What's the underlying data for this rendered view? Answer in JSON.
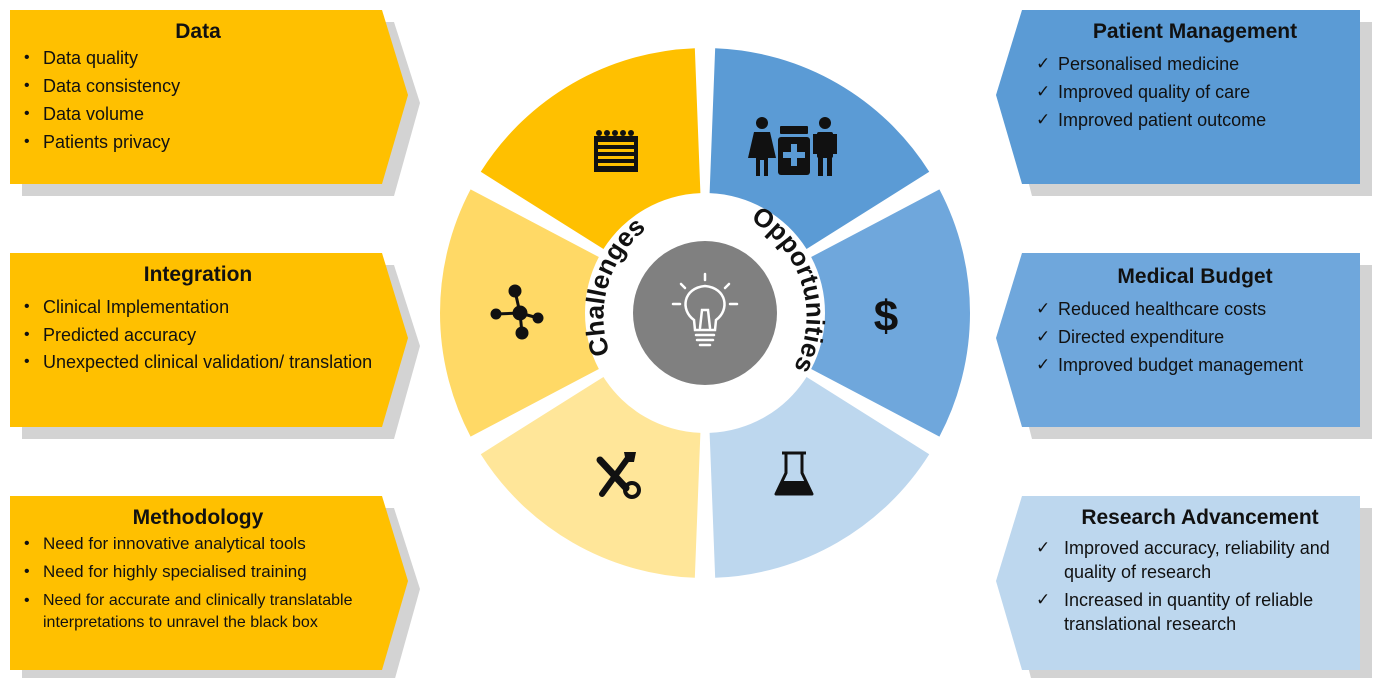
{
  "challenges": {
    "label": "Challenges",
    "panels": [
      {
        "title": "Data",
        "items": [
          "Data quality",
          "Data consistency",
          "Data volume",
          "Patients privacy"
        ]
      },
      {
        "title": "Integration",
        "items": [
          "Clinical Implementation",
          "Predicted accuracy",
          "Unexpected clinical validation/ translation"
        ]
      },
      {
        "title": "Methodology",
        "items": [
          "Need for innovative analytical tools",
          "Need for highly specialised training",
          "Need for accurate and clinically translatable interpretations to unravel the black box"
        ]
      }
    ]
  },
  "opportunities": {
    "label": "Opportunities",
    "panels": [
      {
        "title": "Patient Management",
        "items": [
          "Personalised medicine",
          "Improved quality of care",
          "Improved patient outcome"
        ]
      },
      {
        "title": "Medical Budget",
        "items": [
          "Reduced healthcare costs",
          "Directed expenditure",
          "Improved budget management"
        ]
      },
      {
        "title": "Research Advancement",
        "items": [
          "Improved accuracy, reliability and quality of research",
          "Increased in quantity of reliable translational research"
        ]
      }
    ]
  },
  "wheel": {
    "dollar_symbol": "$",
    "icons": [
      "calendar-icon",
      "patients-medicine-icon",
      "network-icon",
      "dollar-icon",
      "tools-icon",
      "flask-icon",
      "lightbulb-icon"
    ]
  },
  "colors": {
    "challenge_dark": "#FFC000",
    "challenge_mid": "#FFD966",
    "challenge_light": "#FFE699",
    "opportunity_dark": "#5B9BD5",
    "opportunity_mid": "#6FA7DC",
    "opportunity_light": "#BDD7EE",
    "shadow": "#D0D0D0",
    "center": "#808080"
  }
}
